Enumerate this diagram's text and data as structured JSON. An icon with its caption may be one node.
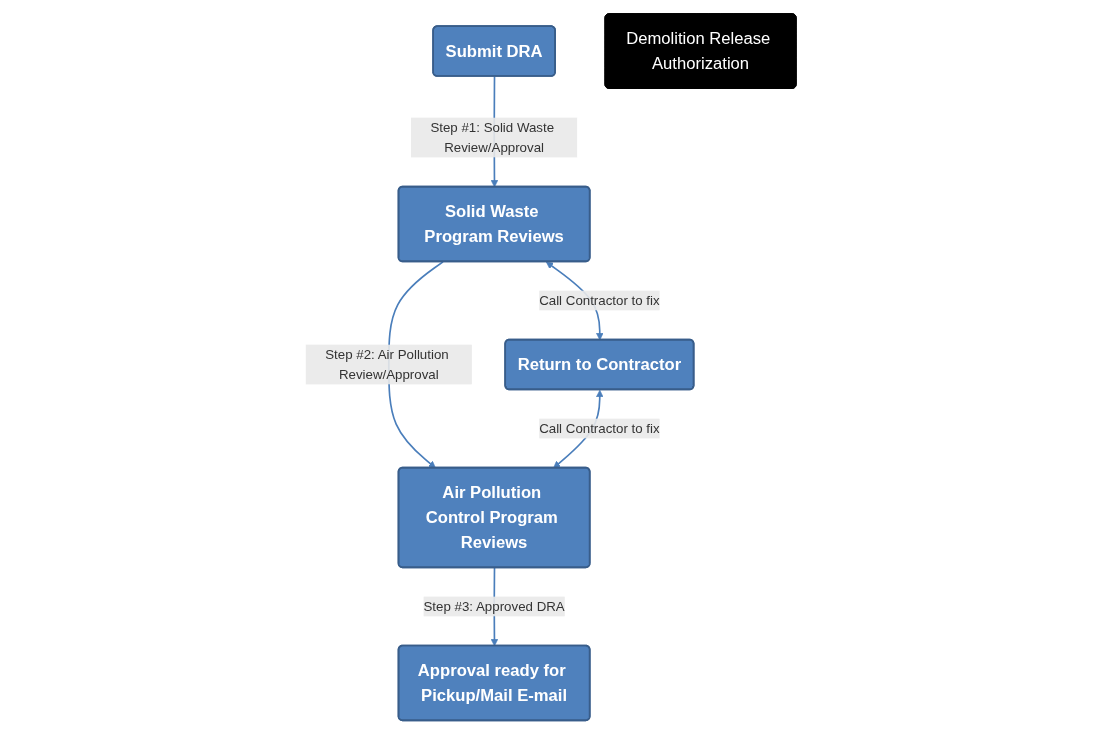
{
  "diagram": {
    "nodes": [
      {
        "text": [
          "Submit DRA"
        ]
      },
      {
        "text": [
          "Approval ready for Pickup/Mail E-mail"
        ]
      },
      {
        "text": [
          "Demolition Release Authorization"
        ]
      },
      {
        "text": [
          "Solid Waste Program Reviews"
        ]
      },
      {
        "text": [
          "Air Pollution Control Program Reviews"
        ]
      },
      {
        "text": [
          "Return to Contractor"
        ]
      }
    ],
    "edges": [
      {
        "from": 0,
        "to": 3,
        "arrow": "to",
        "label": "Step #1: Solid Waste Review/Approval"
      },
      {
        "from": 3,
        "to": 4,
        "arrow": "to",
        "label": "Step #2: Air Pollution Review/Approval"
      },
      {
        "from": 4,
        "to": 1,
        "arrow": "to",
        "label": "Step #3: Approved DRA"
      },
      {
        "from": 3,
        "to": 5,
        "arrow": "both",
        "label": "Call Contractor to fix"
      },
      {
        "from": 5,
        "to": 4,
        "arrow": "both",
        "label": "Call Contractor to fix"
      }
    ]
  }
}
